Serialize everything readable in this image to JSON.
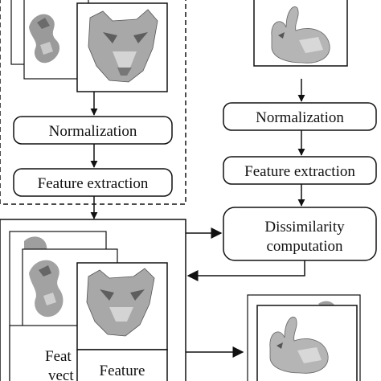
{
  "left_pipeline": {
    "normalization_label": "Normalization",
    "feature_extraction_label": "Feature extraction"
  },
  "right_pipeline": {
    "normalization_label": "Normalization",
    "feature_extraction_label": "Feature extraction",
    "dissimilarity_line1": "Dissimilarity",
    "dissimilarity_line2": "computation"
  },
  "database": {
    "feature_card_back_label_1": "Feat",
    "feature_card_back_label_2": "vect",
    "feature_card_front_label": "Feature"
  },
  "models": {
    "query": "bunny-model",
    "database": [
      "dragon-model",
      "tiger-model"
    ],
    "results": [
      "bunny-model",
      "dragon-model"
    ]
  }
}
